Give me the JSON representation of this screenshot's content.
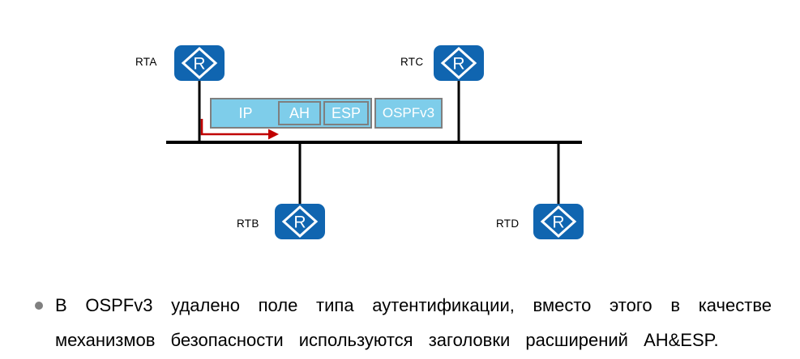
{
  "colors": {
    "router_blue": "#1065B0",
    "packet_fill": "#7ECDEA",
    "packet_border": "#7F7F7F",
    "arrow_red": "#C00000",
    "wire_black": "#000000",
    "bullet_gray": "#808080",
    "text_black": "#000000"
  },
  "diagram": {
    "routers": [
      {
        "id": "rta",
        "label": "RTA",
        "icon_letter": "R"
      },
      {
        "id": "rtb",
        "label": "RTB",
        "icon_letter": "R"
      },
      {
        "id": "rtc",
        "label": "RTC",
        "icon_letter": "R"
      },
      {
        "id": "rtd",
        "label": "RTD",
        "icon_letter": "R"
      }
    ],
    "packet": {
      "segments": [
        {
          "label": "IP"
        },
        {
          "label": "AH"
        },
        {
          "label": "ESP"
        },
        {
          "label": "OSPFv3"
        }
      ]
    }
  },
  "bullet_list": {
    "items": [
      {
        "line1": "В OSPFv3 удалено поле типа аутентификации, вместо этого в качестве",
        "line2": "механизмов безопасности используются заголовки расширений AH&ESP."
      }
    ]
  }
}
